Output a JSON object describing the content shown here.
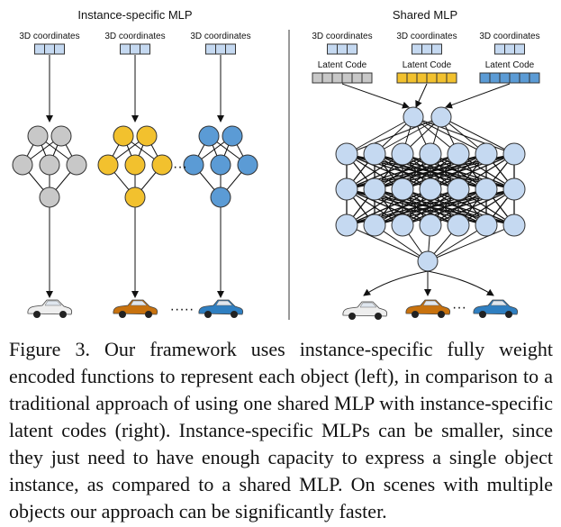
{
  "colors": {
    "gray": "#c8c8c8",
    "yellow": "#f2c12e",
    "blue": "#5b9bd5",
    "light_blue": "#c5d9f1",
    "stroke": "#333333",
    "car_white": "#eeeeee",
    "car_orange": "#c8720e",
    "car_blue": "#2f7fc1"
  },
  "left_panel": {
    "title": "Instance-specific MLP",
    "coord_label": "3D coordinates",
    "ellipsis": "···",
    "car_ellipsis": "·····",
    "instances": [
      {
        "color_key": "gray",
        "car": "white-car-icon"
      },
      {
        "color_key": "yellow",
        "car": "orange-car-icon"
      },
      {
        "color_key": "blue",
        "car": "blue-car-icon"
      }
    ]
  },
  "right_panel": {
    "title": "Shared MLP",
    "coord_label": "3D coordinates",
    "latent_label": "Latent Code",
    "car_ellipsis": "···",
    "latent_codes": [
      {
        "color_key": "gray"
      },
      {
        "color_key": "yellow"
      },
      {
        "color_key": "blue"
      }
    ],
    "cars": [
      "white-car-icon",
      "orange-car-icon",
      "blue-car-icon"
    ]
  },
  "caption": "Figure 3. Our framework uses instance-specific fully weight encoded functions to represent each object (left), in comparison to a traditional approach of using one shared MLP with instance-specific latent codes (right). Instance-specific MLPs can be smaller, since they just need to have enough capacity to express a single object instance, as compared to a shared MLP. On scenes with multiple objects our approach can be significantly faster."
}
